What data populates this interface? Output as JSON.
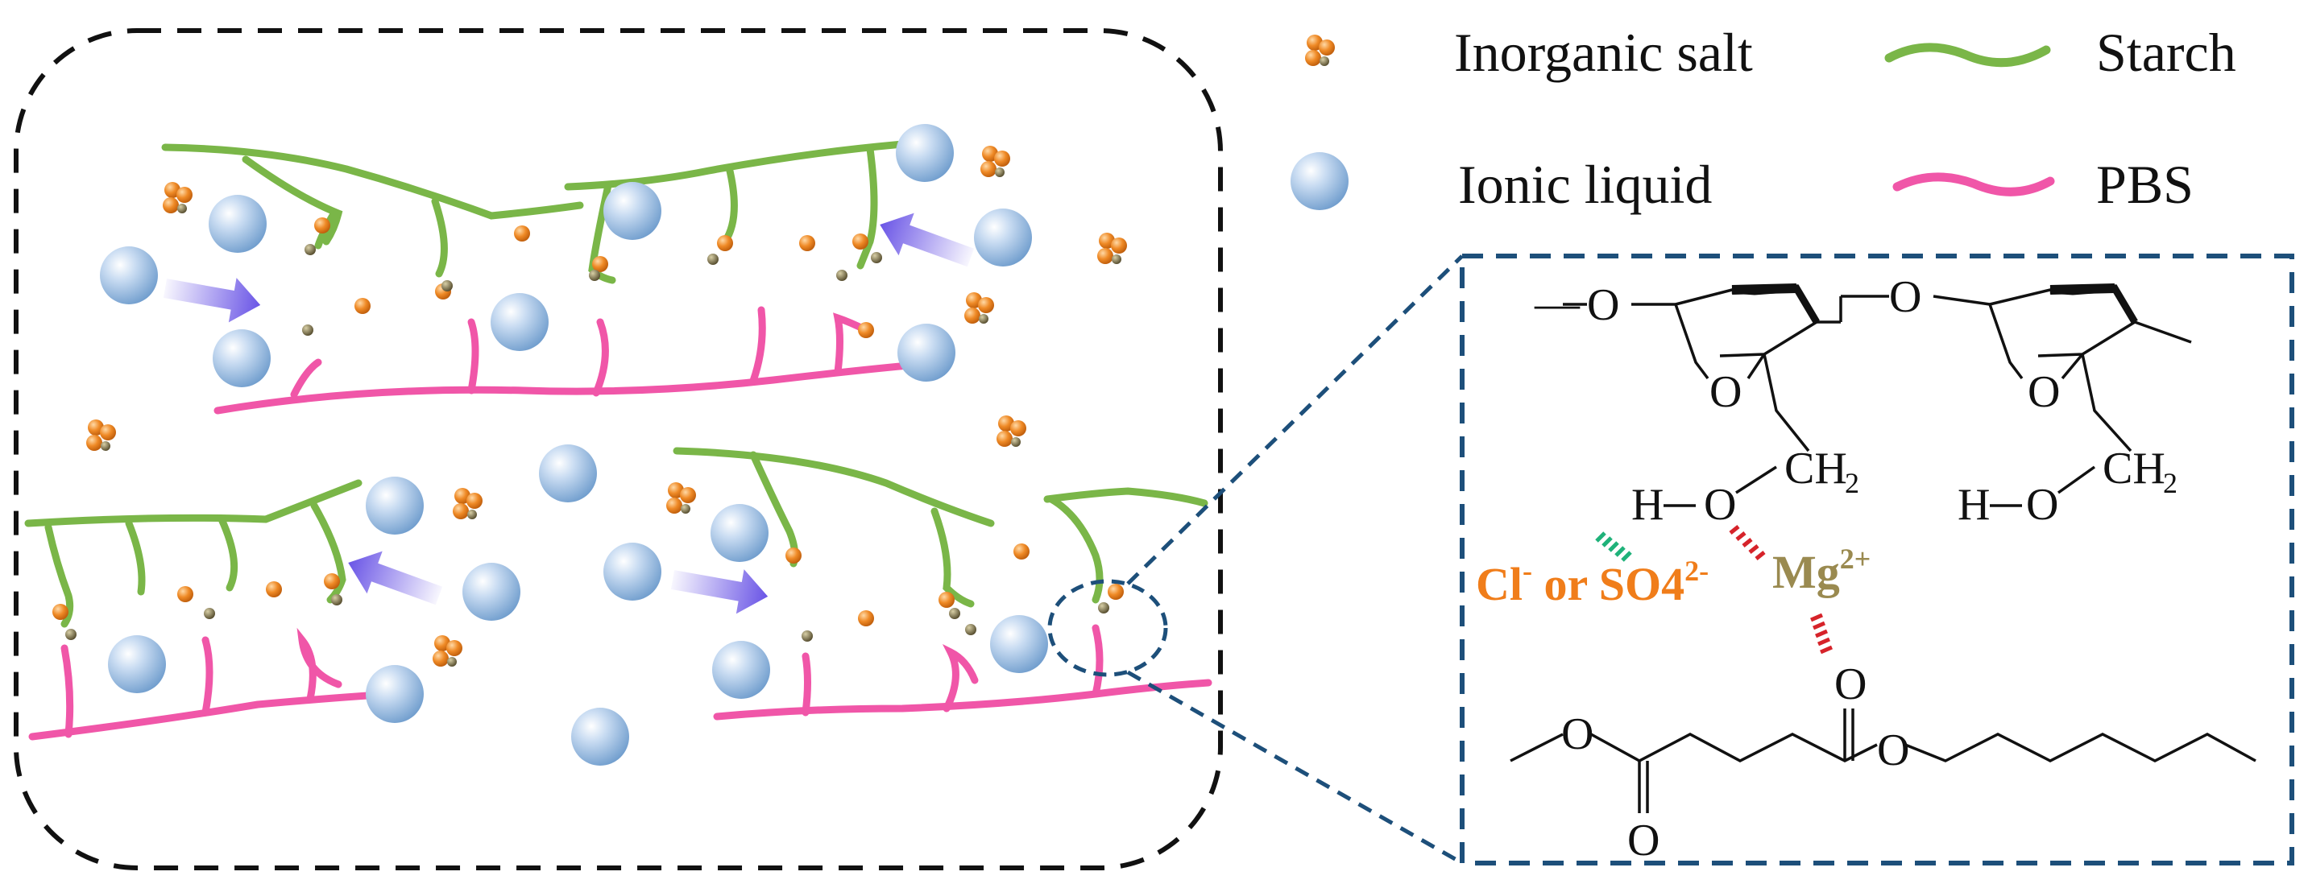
{
  "legend": {
    "inorganic_salt": "Inorganic salt",
    "starch": "Starch",
    "ionic_liquid": "Ionic liquid",
    "pbs": "PBS"
  },
  "colors": {
    "starch": "#7ab648",
    "pbs": "#f056a8",
    "salt": "#e87a1e",
    "salt_small": "#6b6038",
    "ionic_liquid": "#9cc0e6",
    "arrow": "#6a55e6",
    "frame": "#1d4f7a",
    "cl_ion": "#f07d1a",
    "mg_ion": "#9a8a50",
    "hbond_green": "#1fb27a",
    "hbond_red": "#d6232a"
  },
  "icons": [
    "inorganic-salt-icon",
    "ionic-liquid-icon",
    "starch-line-icon",
    "pbs-line-icon"
  ],
  "chemistry": {
    "o": "O",
    "h": "H",
    "dash": "—",
    "ch": "CH",
    "two": "2",
    "cl": "Cl",
    "cl_charge": "-",
    "or_so4": " or SO4",
    "so4_charge": "2-",
    "mg": "Mg",
    "mg_charge": "2+"
  }
}
